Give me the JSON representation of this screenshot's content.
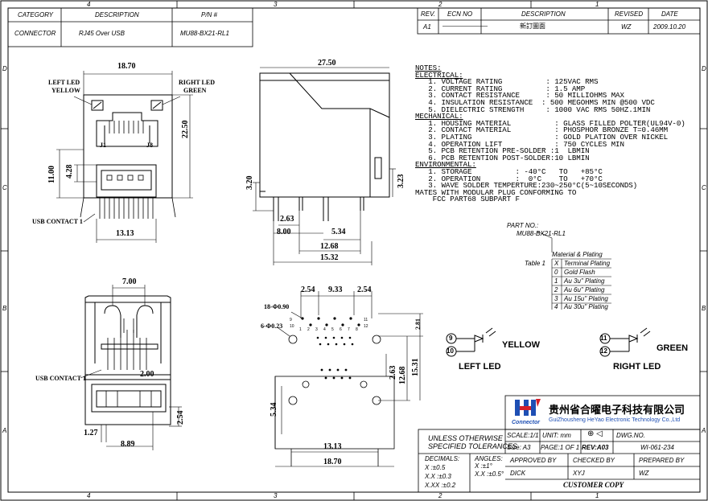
{
  "border": {
    "top": [
      "4",
      "3",
      "2",
      "1"
    ],
    "bottom": [
      "4",
      "3",
      "2",
      "1"
    ],
    "left": [
      "D",
      "C",
      "B",
      "A"
    ],
    "right": [
      "D",
      "C",
      "B",
      "A"
    ]
  },
  "title_left": {
    "h_category": "CATEGORY",
    "h_description": "DESCRIPTION",
    "h_pn": "P/N #",
    "category": "CONNECTOR",
    "description": "RJ45 Over USB",
    "pn": "MU88-BX21-RL1"
  },
  "revision": {
    "h_rev": "REV.",
    "h_ecn": "ECN NO",
    "h_desc": "DESCRIPTION",
    "h_revised": "REVISED",
    "h_date": "DATE",
    "rev": "A1",
    "ecn": "———————",
    "desc": "新訂圖面",
    "revised": "WZ",
    "date": "2009.10.20"
  },
  "front_view": {
    "dim_width": "18.70",
    "left_led_label": "LEFT LED",
    "left_led_color": "YELLOW",
    "right_led_label": "RIGHT LED",
    "right_led_color": "GREEN",
    "j1": "J1",
    "j8": "J8",
    "dim_height": "22.50",
    "dim_11": "11.00",
    "dim_428": "4.28",
    "usb_contact": "USB CONTACT 1",
    "dim_bottom": "13.13"
  },
  "side_view": {
    "dim_top": "27.50",
    "dim_320": "3.20",
    "dim_323": "3.23",
    "dim_263": "2.63",
    "dim_800": "8.00",
    "dim_534": "5.34",
    "dim_1268": "12.68",
    "dim_1532": "15.32"
  },
  "top_view": {
    "dim_700": "7.00",
    "usb_contact": "USB CONTACT 1",
    "dim_200": "2.00",
    "dim_254": "2.54",
    "dim_127": "1.27",
    "dim_889": "8.89"
  },
  "footprint": {
    "dim_254a": "2.54",
    "dim_933": "9.33",
    "dim_254b": "2.54",
    "holes_18": "18-Φ0.90",
    "holes_6": "6-Φ0.23",
    "dim_281": "2.81",
    "dim_263": "2.63",
    "dim_1268": "12.68",
    "dim_1531": "15.31",
    "dim_534": "5.34",
    "dim_1313": "13.13",
    "dim_1870": "18.70",
    "pin_labels": [
      "1",
      "2",
      "3",
      "4",
      "5",
      "6",
      "7",
      "8",
      "9",
      "10",
      "11",
      "12"
    ]
  },
  "notes": {
    "title": "NOTES:",
    "electrical_title": "ELECTRICAL:",
    "electrical": [
      "1. VOLTAGE RATING          : 125VAC RMS",
      "2. CURRENT RATING          : 1.5 AMP",
      "3. CONTACT RESISTANCE      : 50 MILLIOHMS MAX",
      "4. INSULATION RESISTANCE  : 500 MEGOHMS MIN @500 VDC",
      "5. DIELECTRIC STRENGTH     : 1000 VAC RMS 50HZ.1MIN"
    ],
    "mechanical_title": "MECHANICAL:",
    "mechanical": [
      "1. HOUSING MATERIAL          : GLASS FILLED POLTER(UL94V-0)",
      "2. CONTACT MATERIAL          : PHOSPHOR BRONZE T=0.46MM",
      "3. PLATING                   : GOLD PLATION OVER NICKEL",
      "4. OPERATION LIFT            : 750 CYCLES MIN",
      "5. PCB RETENTION PRE-SOLDER :1  LBMIN",
      "6. PCB RETENTION POST-SOLDER:10 LBMIN"
    ],
    "environmental_title": "ENVIRONMENTAL:",
    "environmental": [
      "1. STORAGE          : -40°C   TO   +85°C",
      "2. OPERATION        :  0°C    TO   +70°C",
      "3. WAVE SOLDER TEMPERTURE:230~250°C(5~10SECONDS)"
    ],
    "mates_1": "MATES WITH MODULAR PLUG CONFORMING TO",
    "mates_2": "FCC PART68 SUBPART F"
  },
  "part_no": {
    "label": "PART NO.:",
    "value": "MU88-BX21-RL1",
    "material": "Material & Plating",
    "table_label": "Table 1",
    "x": "X",
    "header": "Terminal Plating",
    "rows": [
      {
        "code": "0",
        "text": "Gold Flash"
      },
      {
        "code": "1",
        "text": "Au 3u\" Plating"
      },
      {
        "code": "2",
        "text": "Au 6u\" Plating"
      },
      {
        "code": "3",
        "text": "Au 15u\" Plating"
      },
      {
        "code": "4",
        "text": "Au 30u\" Plating"
      }
    ]
  },
  "leds": {
    "left_pins": [
      "9",
      "10"
    ],
    "left_color": "YELLOW",
    "left_label": "LEFT LED",
    "right_pins": [
      "11",
      "12"
    ],
    "right_color": "GREEN",
    "right_label": "RIGHT LED"
  },
  "title_block": {
    "company_cn": "贵州省合曜电子科技有限公司",
    "company_en": "GuiZhousheng HeYao Electronic Technology Co.,Ltd",
    "logo_word": "Connector",
    "unless_1": "UNLESS OTHERWISE",
    "unless_2": "SPECIFIED TOLERANCES",
    "scale": "SCALE:1/1",
    "unit": "UNIT: mm",
    "dwg_no_label": "DWG.NO.",
    "size": "Size: A3",
    "page": "PAGE:1 OF 1",
    "rev": "REV:A03",
    "dwg_no": "WI-061-234",
    "decimals": "DECIMALS:",
    "dec_x": "X      :±0.5",
    "dec_xx": "X.X    :±0.3",
    "dec_xxx": "X.XX  :±0.2",
    "angles": "ANGLES:",
    "ang_x": "X    :±1°",
    "ang_xx": "X.X  :±0.5°",
    "approved_by": "APPROVED BY",
    "checked_by": "CHECKED BY",
    "prepared_by": "PREPARED BY",
    "approved": "DICK",
    "checked": "XYJ",
    "prepared": "WZ",
    "customer_copy": "CUSTOMER COPY",
    "brand_color": "#1e4fb4",
    "logo_red": "#d4202a"
  }
}
